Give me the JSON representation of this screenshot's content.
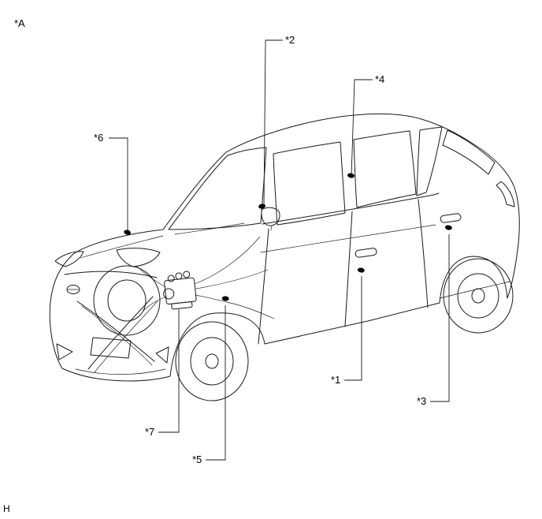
{
  "page": {
    "background_color": "#ffffff",
    "line_color": "#1a1a1a",
    "text_color": "#000000"
  },
  "illustration": {
    "subject": "compact hatchback vehicle, front-left three-quarter line drawing with numbered fastener callouts"
  },
  "markers": {
    "view_label": "*A",
    "page_label": "H"
  },
  "callouts": [
    {
      "id": 1,
      "label": "*1"
    },
    {
      "id": 2,
      "label": "*2"
    },
    {
      "id": 3,
      "label": "*3"
    },
    {
      "id": 4,
      "label": "*4"
    },
    {
      "id": 5,
      "label": "*5"
    },
    {
      "id": 6,
      "label": "*6"
    },
    {
      "id": 7,
      "label": "*7"
    }
  ]
}
